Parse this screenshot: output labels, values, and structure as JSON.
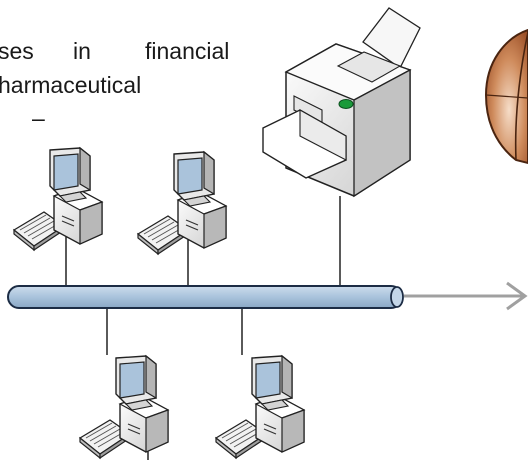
{
  "slide_text": {
    "line1_words": [
      "ses",
      "in",
      "financial"
    ],
    "line2": "harmaceutical",
    "line3": "–"
  },
  "network": {
    "bus": "bus-cable",
    "devices": [
      "printer",
      "workstation",
      "workstation",
      "workstation",
      "workstation"
    ],
    "icons": [
      "printer-icon",
      "desktop-computer-icon",
      "arrow-right-icon",
      "globe-icon"
    ]
  },
  "colors": {
    "bus_fill": "#a9c3dc",
    "bus_stroke": "#1c2c44",
    "arrow": "#a0a0a0",
    "globe": "#b9693f",
    "cable": "#000000"
  }
}
